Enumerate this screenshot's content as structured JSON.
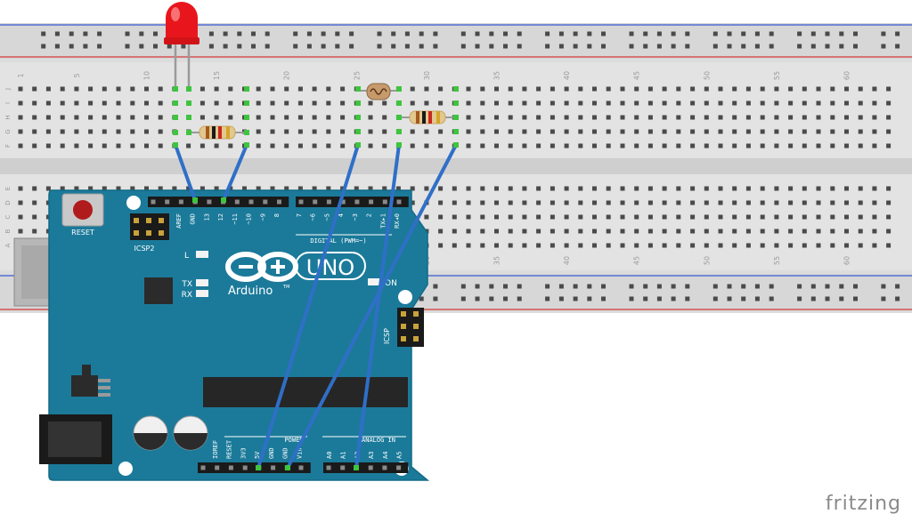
{
  "app": {
    "watermark": "fritzing"
  },
  "breadboard": {
    "column_numbers": [
      "1",
      "5",
      "10",
      "15",
      "20",
      "25",
      "30",
      "35",
      "40",
      "45",
      "50",
      "55",
      "60"
    ],
    "row_letters_top": [
      "J",
      "I",
      "H",
      "G",
      "F"
    ],
    "row_letters_bottom": [
      "E",
      "D",
      "C",
      "B",
      "A"
    ]
  },
  "arduino": {
    "logo_text": "Arduino",
    "logo_tm": "TM",
    "model": "UNO",
    "reset_label": "RESET",
    "icsp2_label": "ICSP2",
    "icsp_label": "ICSP",
    "digital_label": "DIGITAL (PWM=~)",
    "power_label": "POWER",
    "analog_label": "ANALOG IN",
    "led_l": "L",
    "led_tx": "TX",
    "led_rx": "RX",
    "on_label": "ON",
    "digital_pins": [
      "AREF",
      "GND",
      "13",
      "12",
      "~11",
      "~10",
      "~9",
      "8",
      "7",
      "~6",
      "~5",
      "4",
      "~3",
      "2",
      "TX▸1",
      "RX◂0"
    ],
    "power_pins": [
      "IOREF",
      "RESET",
      "3V3",
      "5V",
      "GND",
      "GND",
      "Vin"
    ],
    "analog_pins": [
      "A0",
      "A1",
      "A2",
      "A3",
      "A4",
      "A5"
    ]
  },
  "components": {
    "led": {
      "name": "red-led",
      "color": "#e8161c"
    },
    "resistor_colors": [
      "#a35a1f",
      "#1a1a1a",
      "#c8281e",
      "#d4a52a"
    ],
    "ldr": {
      "name": "photoresistor"
    }
  },
  "colors": {
    "wire": "#2f6fc7",
    "board": "#1b7a9a",
    "rail_red": "#d43a3a",
    "rail_blue": "#3a58d4"
  }
}
